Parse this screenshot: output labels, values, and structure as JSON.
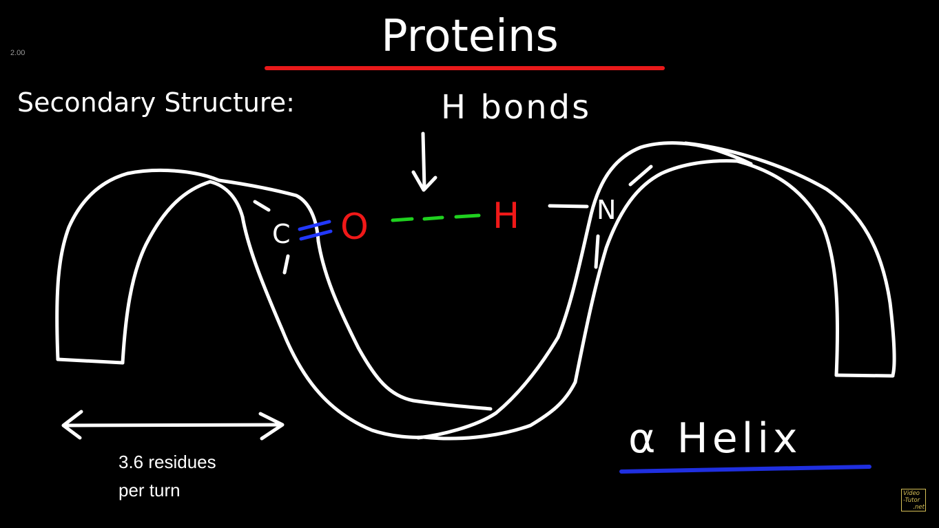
{
  "playback_speed": "2.00",
  "title": "Proteins",
  "heading": "Secondary Structure:",
  "bond_label": "H bonds",
  "atoms": {
    "carbon": "C",
    "oxygen": "O",
    "hydrogen": "H",
    "nitrogen": "N"
  },
  "helix_label": "α Helix",
  "residues_line1": "3.6 residues",
  "residues_line2": "per turn",
  "logo": {
    "line1": "Video",
    "line2": "-Tutor",
    "line3": ".net"
  },
  "colors": {
    "background": "#000000",
    "ink": "#ffffff",
    "title_underline": "#e8191a",
    "helix_underline": "#1f2fe0",
    "double_bond": "#2238ff",
    "oxygen_hydrogen": "#f01818",
    "hydrogen_bond": "#1fd11f",
    "logo": "#d8c257"
  }
}
